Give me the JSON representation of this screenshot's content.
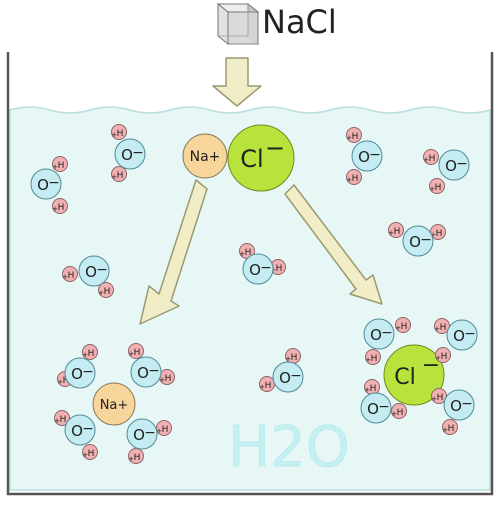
{
  "header": {
    "salt_formula": "NaCl"
  },
  "labels": {
    "water_formula": "H2O"
  },
  "ions": {
    "sodium": "Na+",
    "chloride": "Cl",
    "chloride_charge": "−"
  },
  "atoms": {
    "oxygen": "O",
    "hydrogen": "H",
    "oxygen_charge": "−",
    "hydrogen_charge": "+"
  },
  "colors": {
    "water_fill": "#e6f7f6",
    "water_edge": "#b9dede",
    "oxygen_fill": "#c4ecf2",
    "hydrogen_fill": "#f2b0b2",
    "sodium_fill": "#f8d59a",
    "chloride_fill": "#b8e33c",
    "arrow_fill": "#f1edc6",
    "arrow_stroke": "#9b9a72",
    "cube_fill": "#dcdcdc",
    "h2o_text": "#c4f0f2"
  }
}
